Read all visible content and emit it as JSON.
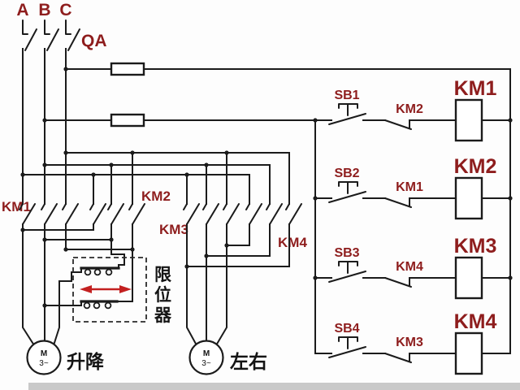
{
  "colors": {
    "wire": "#1b1b1b",
    "label_red": "#8e1d1d",
    "arrow_red": "#c32020",
    "background": "#fdfdfd",
    "bottom_bar": "#c9c9c9"
  },
  "power": {
    "phase_labels": [
      "A",
      "B",
      "C"
    ],
    "switch_label": "QA",
    "contactor_groups": [
      {
        "label": "KM1"
      },
      {
        "label": "KM2"
      },
      {
        "label": "KM3"
      },
      {
        "label": "KM4"
      }
    ]
  },
  "limit_box": {
    "label": "限位器",
    "chars": [
      "限",
      "位",
      "器"
    ]
  },
  "motors": [
    {
      "symbol": "M",
      "phase": "3~",
      "label": "升降"
    },
    {
      "symbol": "M",
      "phase": "3~",
      "label": "左右"
    }
  ],
  "control_rungs": [
    {
      "button": "SB1",
      "interlock": "KM2",
      "coil": "KM1"
    },
    {
      "button": "SB2",
      "interlock": "KM1",
      "coil": "KM2"
    },
    {
      "button": "SB3",
      "interlock": "KM4",
      "coil": "KM3"
    },
    {
      "button": "SB4",
      "interlock": "KM3",
      "coil": "KM4"
    }
  ]
}
